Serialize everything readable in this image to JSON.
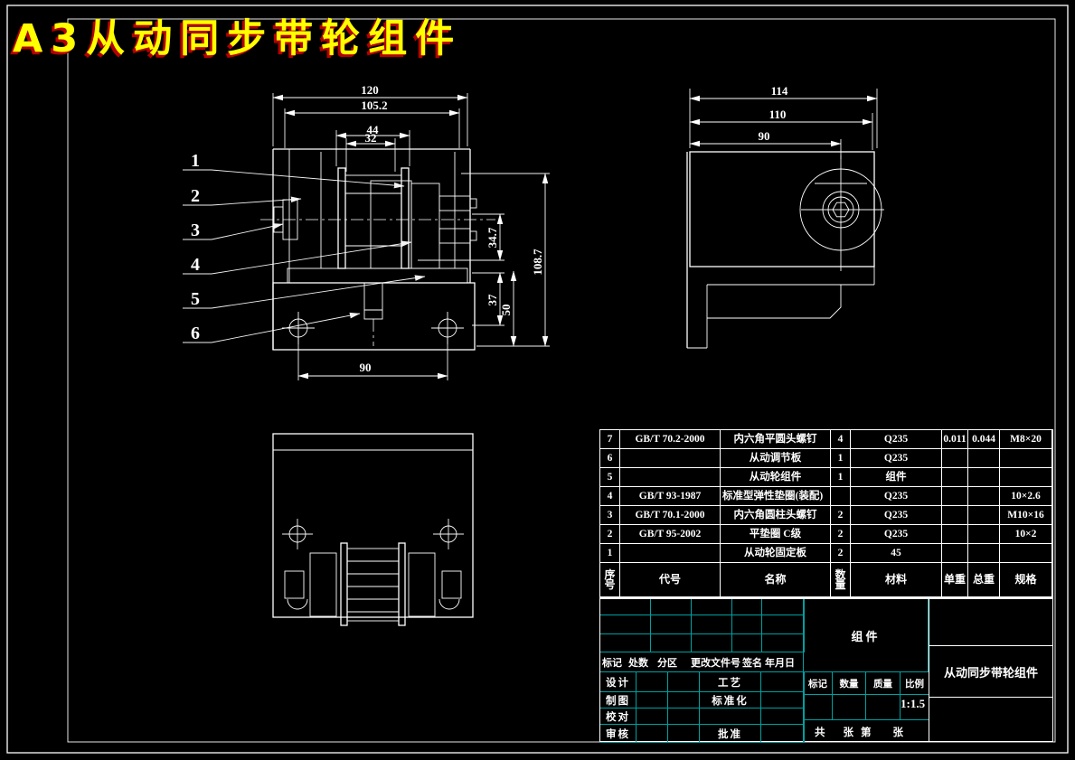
{
  "title": "A3从动同步带轮组件",
  "colors": {
    "bg": "#000000",
    "line": "#ffffff",
    "accent": "#ffff00",
    "shadow": "#b40000",
    "grid": "#00a0a0"
  },
  "front_view": {
    "dims": {
      "overall_width": "120",
      "inner_width": "105.2",
      "hub_width": "44",
      "bore_width": "32",
      "upper_height": "34.7",
      "mid_height": "37",
      "lower_height": "50",
      "total_height": "108.7",
      "hole_spacing": "90"
    },
    "callouts": [
      "1",
      "2",
      "3",
      "4",
      "5",
      "6"
    ]
  },
  "side_view": {
    "dims": {
      "overall": "114",
      "inner": "110",
      "to_center": "90"
    }
  },
  "bom": {
    "headers": {
      "seq": "序号",
      "code": "代号",
      "name": "名称",
      "qty": "数量",
      "material": "材料",
      "unit": "单重",
      "total": "总重",
      "spec": "规格"
    },
    "rows": [
      {
        "seq": "7",
        "code": "GB/T 70.2-2000",
        "name": "内六角平圆头螺钉",
        "qty": "4",
        "material": "Q235",
        "unit": "0.011",
        "total": "0.044",
        "spec": "M8×20"
      },
      {
        "seq": "6",
        "code": "",
        "name": "从动调节板",
        "qty": "1",
        "material": "Q235",
        "unit": "",
        "total": "",
        "spec": ""
      },
      {
        "seq": "5",
        "code": "",
        "name": "从动轮组件",
        "qty": "1",
        "material": "组件",
        "unit": "",
        "total": "",
        "spec": ""
      },
      {
        "seq": "4",
        "code": "GB/T 93-1987",
        "name": "标准型弹性垫圈(装配)",
        "qty": "",
        "material": "Q235",
        "unit": "",
        "total": "",
        "spec": "10×2.6"
      },
      {
        "seq": "3",
        "code": "GB/T 70.1-2000",
        "name": "内六角圆柱头螺钉",
        "qty": "2",
        "material": "Q235",
        "unit": "",
        "total": "",
        "spec": "M10×16"
      },
      {
        "seq": "2",
        "code": "GB/T 95-2002",
        "name": "平垫圈 C级",
        "qty": "2",
        "material": "Q235",
        "unit": "",
        "total": "",
        "spec": "10×2"
      },
      {
        "seq": "1",
        "code": "",
        "name": "从动轮固定板",
        "qty": "2",
        "material": "45",
        "unit": "",
        "total": "",
        "spec": ""
      }
    ]
  },
  "title_block": {
    "revision_headers": [
      "标记",
      "处数",
      "分区",
      "更改文件号",
      "签名",
      "年月日"
    ],
    "roles_left": [
      "设计",
      "制图",
      "校对",
      "审核"
    ],
    "roles_mid": [
      "工艺",
      "标准化",
      "",
      "批准"
    ],
    "assembly_label": "组件",
    "info_headers": [
      "标记",
      "数量",
      "质量",
      "比例"
    ],
    "scale": "1:1.5",
    "sheet": [
      "共",
      "张",
      "第",
      "张"
    ],
    "part_name": "从动同步带轮组件"
  }
}
